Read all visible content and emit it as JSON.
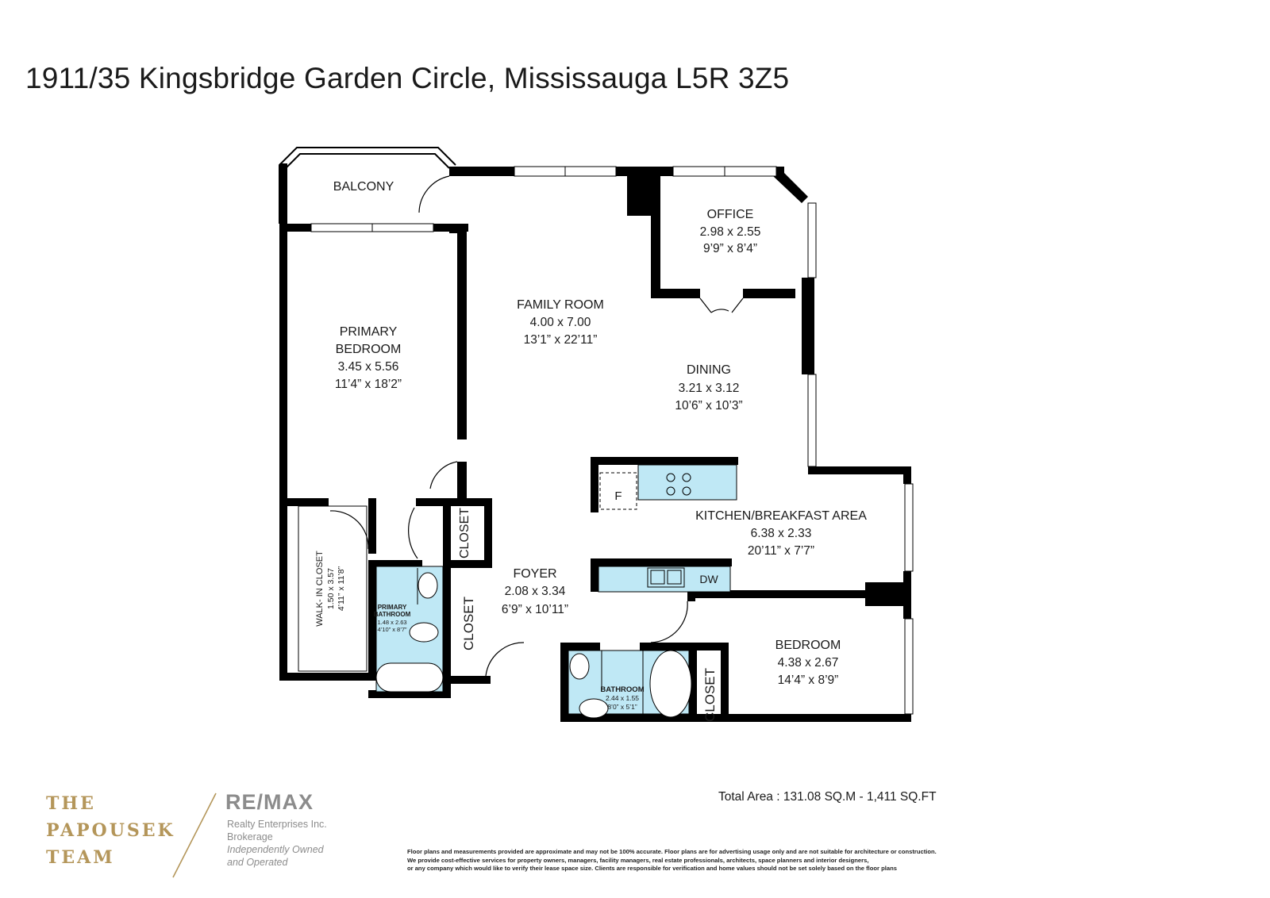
{
  "title": "1911/35 Kingsbridge Garden Circle, Mississauga L5R 3Z5",
  "rooms": {
    "balcony": {
      "name": "BALCONY"
    },
    "office": {
      "name": "OFFICE",
      "metric": "2.98 x 2.55",
      "imperial": "9’9” x 8’4”"
    },
    "family_room": {
      "name": "FAMILY ROOM",
      "metric": "4.00 x 7.00",
      "imperial": "13’1” x 22’11”"
    },
    "primary_bedroom": {
      "name_line1": "PRIMARY",
      "name_line2": "BEDROOM",
      "metric": "3.45 x 5.56",
      "imperial": "11’4” x 18’2”"
    },
    "dining": {
      "name": "DINING",
      "metric": "3.21 x 3.12",
      "imperial": "10’6” x 10’3”"
    },
    "kitchen": {
      "name": "KITCHEN/BREAKFAST AREA",
      "metric": "6.38 x 2.33",
      "imperial": "20’11” x 7’7”"
    },
    "foyer": {
      "name": "FOYER",
      "metric": "2.08 x 3.34",
      "imperial": "6’9” x 10’11”"
    },
    "walk_in_closet": {
      "name": "WALK- IN CLOSET",
      "metric": "1.50 x 3.57",
      "imperial": "4’11” x 11’8”"
    },
    "primary_bathroom": {
      "name_line1": "PRIMARY",
      "name_line2": "BATHROOM",
      "metric": "1.48 x 2.63",
      "imperial": "4’10” x 8’7”"
    },
    "closet_upper": {
      "name": "CLOSET"
    },
    "closet_lower": {
      "name": "CLOSET"
    },
    "bathroom": {
      "name": "BATHROOM",
      "metric": "2.44 x 1.55",
      "imperial": "8’0” x 5’1”"
    },
    "bedroom": {
      "name": "BEDROOM",
      "metric": "4.38 x 2.67",
      "imperial": "14’4” x 8’9”"
    },
    "closet_bedroom": {
      "name": "CLOSET"
    }
  },
  "fixtures": {
    "fridge": "F",
    "dishwasher": "DW"
  },
  "total_area": "Total Area : 131.08 SQ.M - 1,411 SQ.FT",
  "disclaimer": [
    "Floor plans and measurements provided are approximate and may not be 100% accurate. Floor plans are for advertising usage only and are not suitable for architecture or construction.",
    "We provide cost-effective services for property owners, managers, facility managers, real estate professionals, architects, space planners and interior designers,",
    "or any company which would like to verify their lease space size. Clients are responsible for verification and home values should not be set solely based on the floor plans"
  ],
  "branding": {
    "team_line1": "THE",
    "team_line2": "PAPOUSEK",
    "team_line3": "TEAM",
    "remax": "RE/MAX",
    "remax_line1": "Realty Enterprises Inc.",
    "remax_line2": "Brokerage",
    "remax_line3": "Independently Owned",
    "remax_line4": "and Operated"
  },
  "colors": {
    "wall": "#000000",
    "fixture_fill": "#bfe8f5",
    "gold": "#b4965a",
    "grey_logo": "#8c8c8c"
  }
}
